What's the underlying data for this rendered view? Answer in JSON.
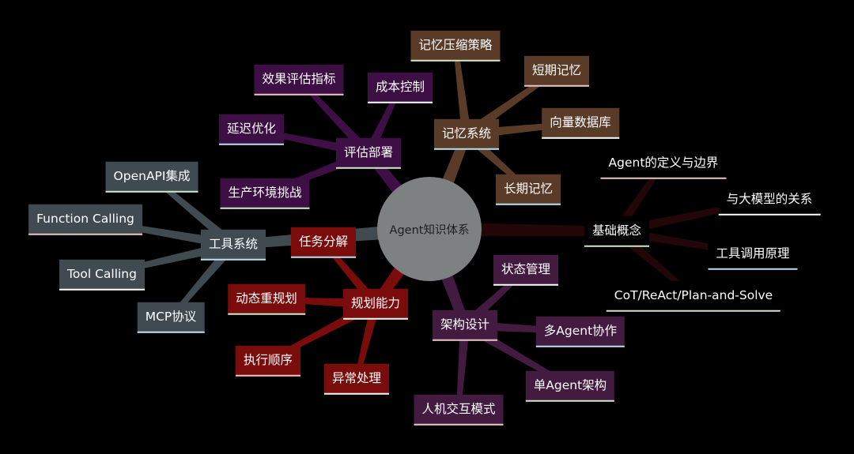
{
  "root": {
    "label": "Agent知识体系",
    "color": "#7d8182"
  },
  "branches": [
    {
      "id": "memory",
      "label": "记忆系统",
      "color": "#5a3b28",
      "children": [
        "记忆压缩策略",
        "短期记忆",
        "向量数据库",
        "长期记忆"
      ]
    },
    {
      "id": "basics",
      "label": "基础概念",
      "color": "#000000",
      "edge_color": "#220608",
      "children": [
        "Agent的定义与边界",
        "与大模型的关系",
        "工具调用原理",
        "CoT/ReAct/Plan-and-Solve"
      ]
    },
    {
      "id": "architecture",
      "label": "架构设计",
      "color": "#431a40",
      "children": [
        "状态管理",
        "多Agent协作",
        "单Agent架构",
        "人机交互模式"
      ]
    },
    {
      "id": "planning",
      "label": "规划能力",
      "color": "#7a0c0c",
      "children": [
        "任务分解",
        "动态重规划",
        "执行顺序",
        "异常处理"
      ]
    },
    {
      "id": "tools",
      "label": "工具系统",
      "color": "#3f4b50",
      "children": [
        "OpenAPI集成",
        "Function Calling",
        "Tool Calling",
        "MCP协议"
      ]
    },
    {
      "id": "evaluation",
      "label": "评估部署",
      "color": "#3e0f45",
      "children": [
        "效果评估指标",
        "成本控制",
        "延迟优化",
        "生产环境挑战"
      ]
    }
  ],
  "underline_colors": [
    "#bcdff0",
    "#cfe9c8",
    "#e8c6c6",
    "#ffffff"
  ]
}
